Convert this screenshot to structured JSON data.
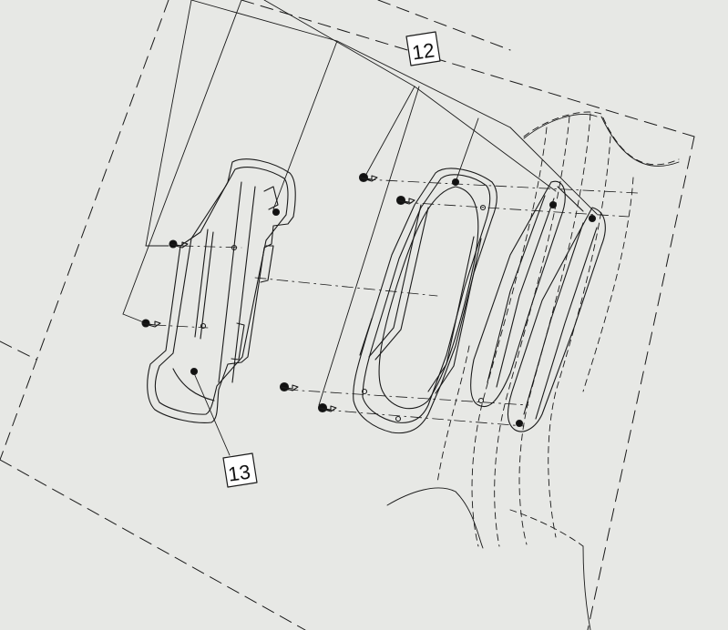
{
  "diagram": {
    "callouts": [
      {
        "id": "callout-12",
        "text": "12"
      },
      {
        "id": "callout-13",
        "text": "13"
      }
    ]
  }
}
